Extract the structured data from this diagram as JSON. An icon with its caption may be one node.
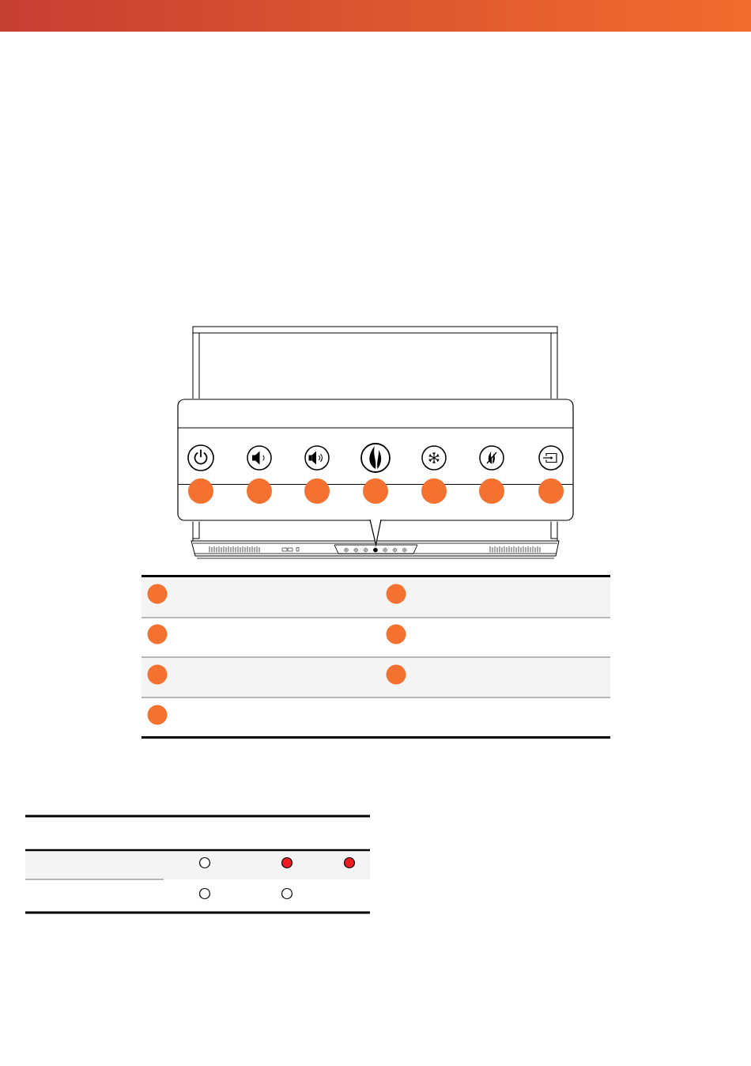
{
  "diagram": {
    "nodes": [
      {
        "text": [],
        "shape": "box"
      },
      {
        "text": [],
        "shape": "bar"
      }
    ],
    "edges": [
      {
        "from": 0,
        "to": 1,
        "arrow": "to"
      }
    ]
  }
}
